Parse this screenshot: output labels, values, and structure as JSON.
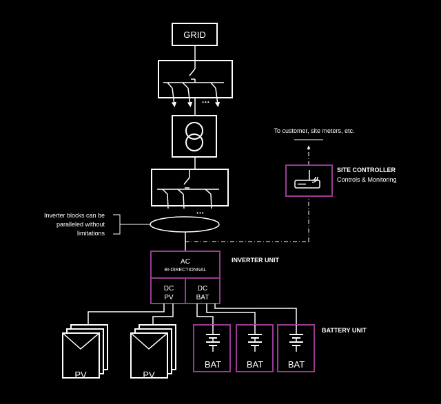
{
  "grid": {
    "label": "GRID"
  },
  "ellipsis": "•••",
  "site_controller": {
    "title": "SITE CONTROLLER",
    "subtitle": "Controls & Monitoring",
    "uplink_label": "To customer, site meters, etc.",
    "icon": "router-icon"
  },
  "paralleling_note": {
    "line1": "Inverter blocks can be",
    "line2": "paralleled without",
    "line3": "limitations"
  },
  "inverter_unit": {
    "title": "INVERTER UNIT",
    "ac_label": "AC",
    "ac_sublabel": "BI-DIRECTIONNAL",
    "dc_pv_line1": "DC",
    "dc_pv_line2": "PV",
    "dc_bat_line1": "DC",
    "dc_bat_line2": "BAT"
  },
  "battery_unit": {
    "title": "BATTERY UNIT",
    "battery_label": "BAT"
  },
  "pv_label": "PV",
  "colors": {
    "background": "#000000",
    "line": "#ffffff",
    "accent": "#9b3a93"
  }
}
